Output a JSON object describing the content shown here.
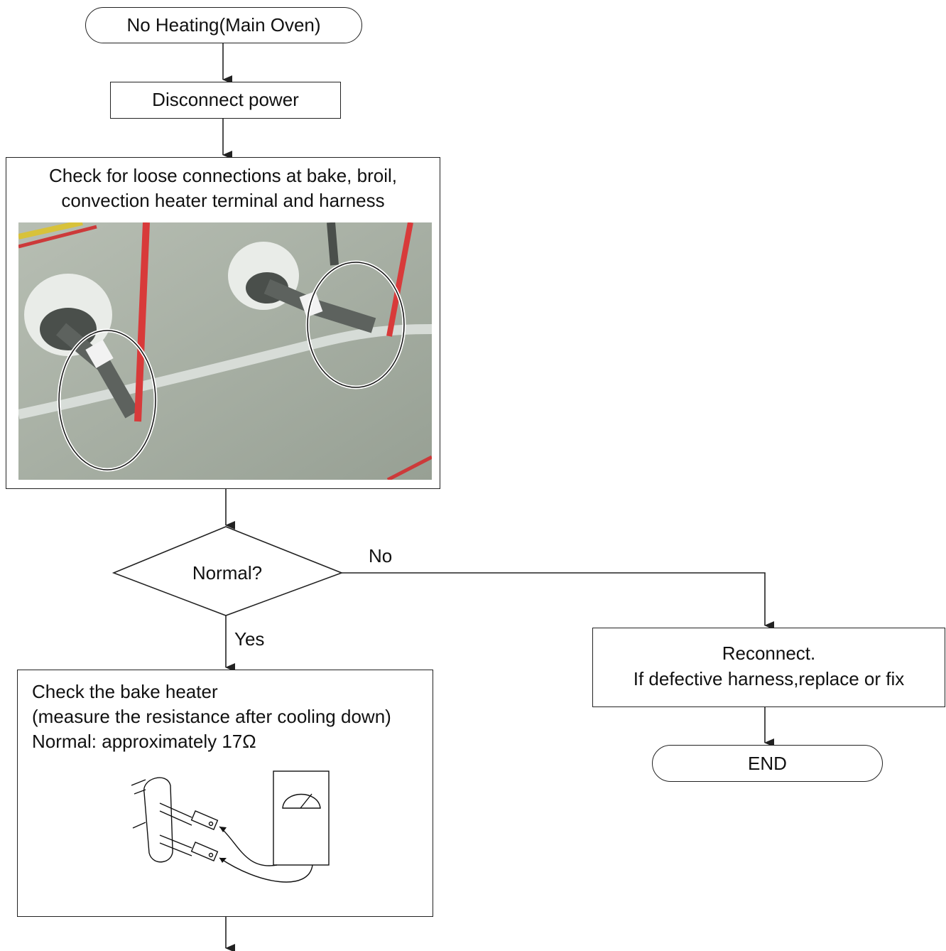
{
  "start": {
    "label": "No Heating(Main Oven)"
  },
  "step_disconnect": {
    "label": "Disconnect power"
  },
  "step_check_connections": {
    "line1": "Check for loose connections at bake, broil,",
    "line2": "convection heater terminal and harness"
  },
  "decision": {
    "label": "Normal?",
    "no_label": "No",
    "yes_label": "Yes"
  },
  "step_reconnect": {
    "line1": "Reconnect.",
    "line2": "If defective harness,replace or fix"
  },
  "end": {
    "label": "END"
  },
  "step_bake_heater": {
    "line1": "Check the bake heater",
    "line2": "(measure the resistance after cooling down)",
    "line3": "Normal: approximately 17Ω"
  },
  "colors": {
    "line": "#222222",
    "photo_panel": "#a9b1a6",
    "wire_red": "#d83a3a",
    "highlight_ellipse": "#ffffff"
  },
  "icons": {
    "photo": "heater-terminal-photo",
    "meter": "ohmmeter-icon"
  }
}
